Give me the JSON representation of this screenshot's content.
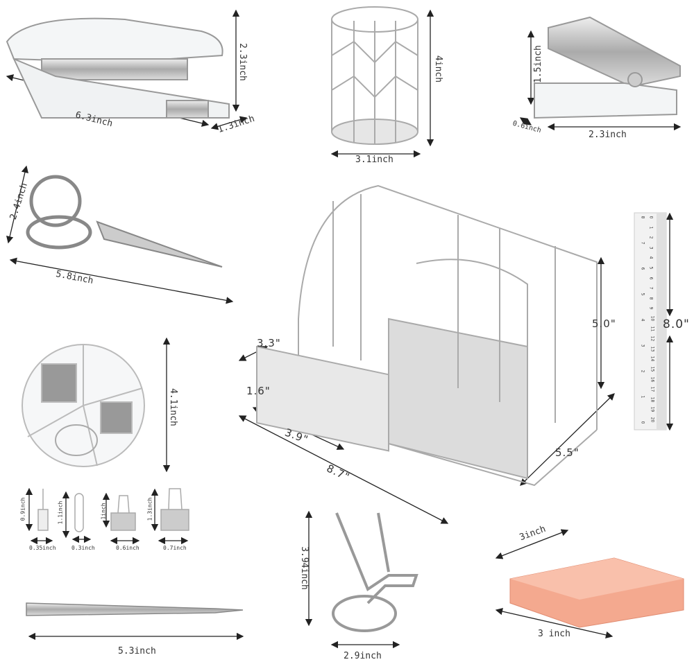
{
  "stapler": {
    "length": "6.3inch",
    "height": "2.3inch",
    "width": "1.3inch"
  },
  "pen_cup": {
    "height": "4inch",
    "diameter": "3.1inch"
  },
  "staple_remover": {
    "height": "1.5inch",
    "width": "0.6inch",
    "length": "2.3inch"
  },
  "scissors": {
    "height": "2.4inch",
    "length": "5.8inch"
  },
  "clip_box": {
    "diameter": "4.1inch"
  },
  "small_items": [
    {
      "name": "push-pin",
      "height": "0.9inch",
      "width": "0.35inch"
    },
    {
      "name": "paper-clip",
      "height": "1.1inch",
      "width": "0.3inch"
    },
    {
      "name": "small-binder-clip",
      "height": "1inch",
      "width": "0.6inch"
    },
    {
      "name": "large-binder-clip",
      "height": "1.3inch",
      "width": "0.7inch"
    }
  ],
  "pen": {
    "length": "5.3inch"
  },
  "phone_stand": {
    "height": "3.94inch",
    "width": "2.9inch"
  },
  "sticky_notes": {
    "width": "3inch",
    "depth": "3 inch",
    "color": "#f4a98f"
  },
  "organizer": {
    "drawer_depth": "3.3\"",
    "drawer_height": "1.6\"",
    "drawer_width": "3.9\"",
    "length": "8.7\"",
    "depth": "5.5\"",
    "height": "5.0\""
  },
  "ruler": {
    "length": "8.0\"",
    "cm_ticks": [
      "0",
      "1",
      "2",
      "3",
      "4",
      "5",
      "6",
      "7",
      "8",
      "9",
      "10",
      "11",
      "12",
      "13",
      "14",
      "15",
      "16",
      "17",
      "18",
      "19",
      "20"
    ],
    "inch_ticks": [
      "8",
      "7",
      "6",
      "5",
      "4",
      "3",
      "2",
      "1",
      "0"
    ]
  }
}
